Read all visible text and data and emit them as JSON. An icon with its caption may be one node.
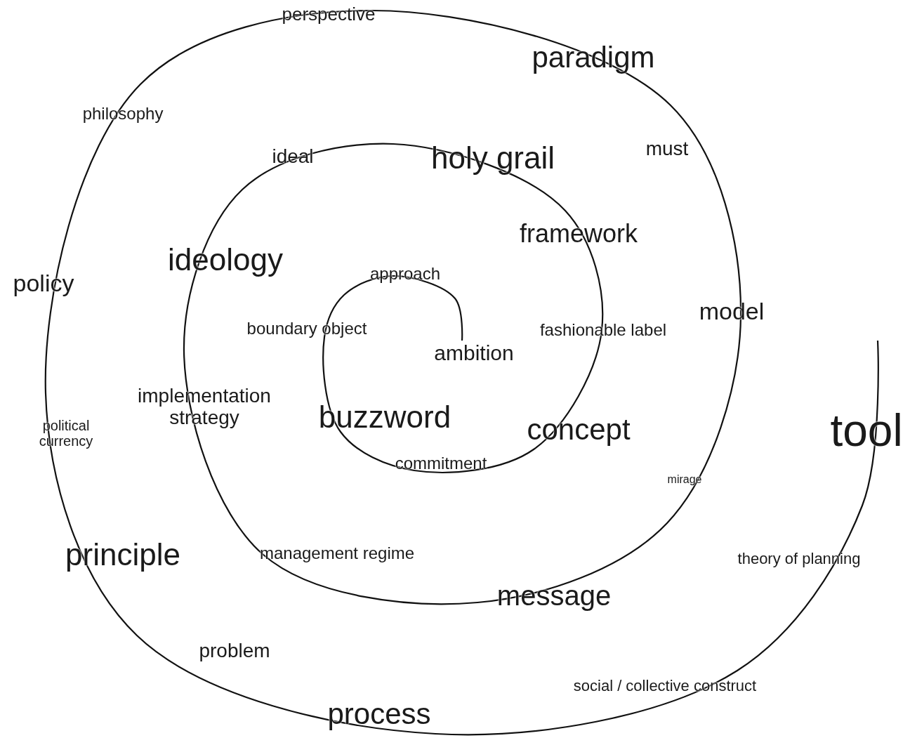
{
  "diagram": {
    "labels": [
      "perspective",
      "paradigm",
      "philosophy",
      "ideal",
      "holy grail",
      "must",
      "framework",
      "ideology",
      "policy",
      "approach",
      "model",
      "boundary object",
      "fashionable label",
      "ambition",
      "political currency",
      "implementation strategy",
      "buzzword",
      "concept",
      "tool",
      "commitment",
      "mirage",
      "principle",
      "management regime",
      "theory of planning",
      "message",
      "problem",
      "social / collective construct",
      "process"
    ]
  }
}
